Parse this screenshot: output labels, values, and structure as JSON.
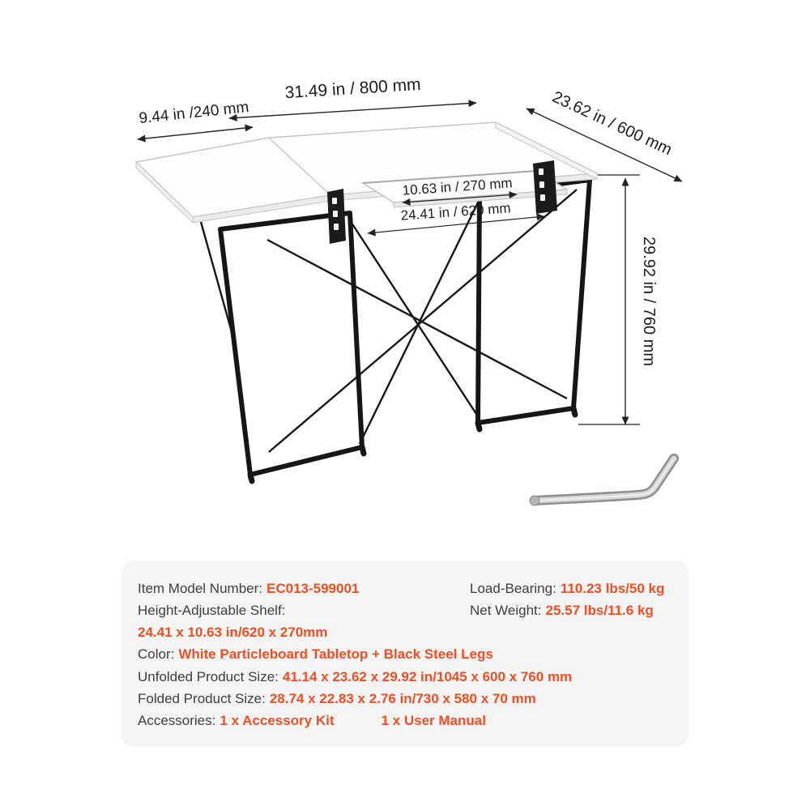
{
  "diagram": {
    "dims": {
      "top_width": "31.49 in / 800 mm",
      "leaf_width": "9.44 in /240 mm",
      "depth": "23.62 in / 600 mm",
      "height": "29.92 in / 760 mm",
      "shelf_depth": "10.63 in / 270 mm",
      "shelf_width": "24.41 in / 620 mm"
    },
    "parts": {
      "tabletop": "white-tabletop",
      "leaf": "fold-out-leaf",
      "shelf": "height-adjustable-shelf",
      "legs": "black-steel-leg-frames",
      "wrench": "hex-key-wrench"
    }
  },
  "specs": {
    "item_model_label": "Item Model Number:",
    "item_model_value": "EC013-599001",
    "load_bearing_label": "Load-Bearing:",
    "load_bearing_value": "110.23 lbs/50 kg",
    "shelf_label": "Height-Adjustable Shelf:",
    "shelf_value": "24.41 x 10.63 in/620 x 270mm",
    "net_weight_label": "Net Weight:",
    "net_weight_value": "25.57 lbs/11.6 kg",
    "color_label": "Color:",
    "color_value": "White Particleboard Tabletop + Black Steel Legs",
    "unfolded_label": "Unfolded Product Size:",
    "unfolded_value": "41.14 x 23.62 x 29.92 in/1045 x 600 x 760 mm",
    "folded_label": "Folded Product Size:",
    "folded_value": "28.74 x 22.83 x 2.76 in/730 x 580 x 70 mm",
    "accessories_label": "Accessories:",
    "accessory_1": "1 x Accessory Kit",
    "accessory_2": "1 x User Manual"
  },
  "colors": {
    "accent": "#F04E23",
    "panel_bg": "#F5F5F6",
    "dim_text": "#1C1C1C",
    "leg_color": "#161616"
  }
}
